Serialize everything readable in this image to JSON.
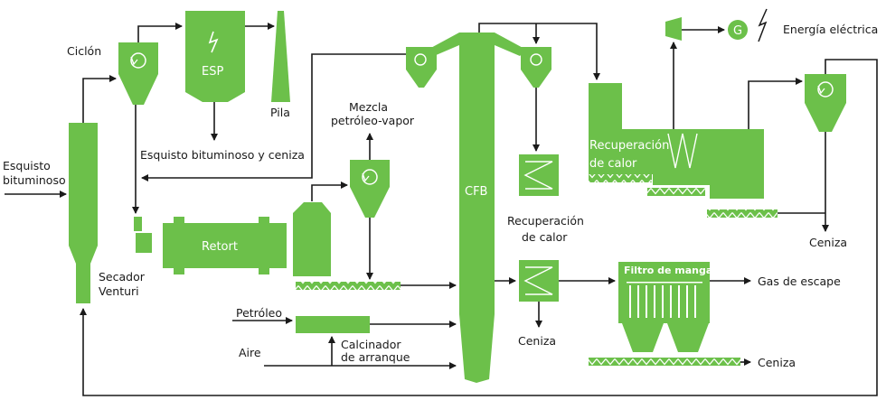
{
  "labels": {
    "feed": [
      "Esquisto",
      "bituminoso"
    ],
    "cyclone": "Ciclón",
    "esp": "ESP",
    "stack": "Pila",
    "shale_ash": "Esquisto bituminoso y ceniza",
    "oil_vapor": [
      "Mezcla",
      "petróleo-vapor"
    ],
    "retort": "Retort",
    "dryer": [
      "Secador",
      "Venturi"
    ],
    "cfb": "CFB",
    "heat_recovery_mid": [
      "Recuperación",
      "de calor"
    ],
    "heat_recovery_top": [
      "Recuperación",
      "de calor"
    ],
    "ash_mid": "Ceniza",
    "ash_right": "Ceniza",
    "ash_bottom": "Ceniza",
    "baghouse": "Filtro de mangas",
    "exhaust": "Gas de escape",
    "electricity": "Energía eléctrica",
    "generator": "G",
    "oil": "Petróleo",
    "air": "Aire",
    "calciner": [
      "Calcinador",
      "de arranque"
    ]
  },
  "colors": {
    "equipment": "#6cc04a",
    "lines": "#1a1a1a"
  }
}
